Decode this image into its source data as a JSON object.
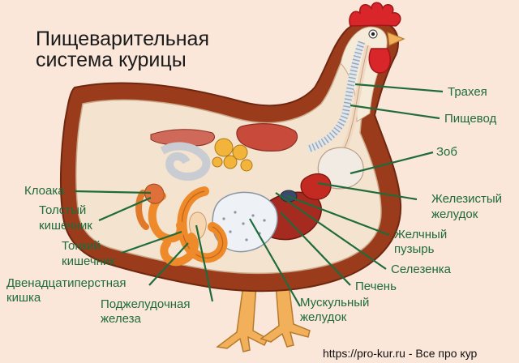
{
  "title": {
    "line1": "Пищеварительная",
    "line2": "система курицы"
  },
  "labels": {
    "trachea": "Трахея",
    "esophagus": "Пищевод",
    "crop": "Зоб",
    "proventriculus": [
      "Железистый",
      "желудок"
    ],
    "gallbladder": [
      "Желчный",
      "пузырь"
    ],
    "spleen": "Селезенка",
    "liver": "Печень",
    "gizzard": [
      "Мускульный",
      "желудок"
    ],
    "pancreas": [
      "Поджелудочная",
      "железа"
    ],
    "duodenum": [
      "Двенадцатиперстная",
      "кишка"
    ],
    "small_intestine": [
      "Тонкий",
      "кишечник"
    ],
    "large_intestine": [
      "Толстый",
      "кишечник"
    ],
    "cloaca": "Клоака"
  },
  "credit": "https://pro-kur.ru - Все про кур",
  "colors": {
    "label_green": "#1f6b3a",
    "body_brown": "#9a3b1c",
    "comb_red": "#d9262b",
    "background": "#fbe7da"
  }
}
